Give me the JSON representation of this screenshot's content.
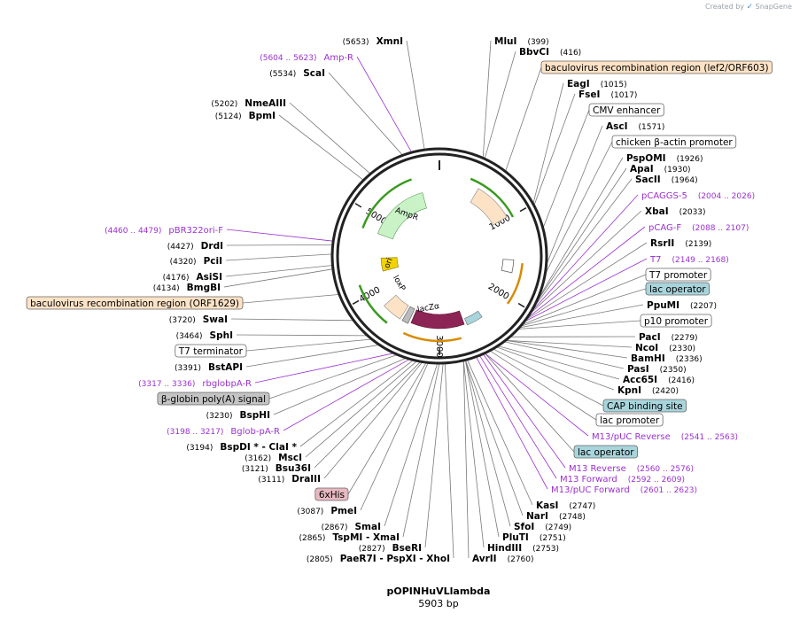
{
  "brand": {
    "prefix": "Created by",
    "name": "SnapGene"
  },
  "plasmid": {
    "name": "pOPINHuVLlambda",
    "size_label": "5903 bp",
    "length": 5903
  },
  "colors": {
    "backbone": "#222222",
    "primer": "#9b30d0",
    "site": "#000000",
    "feature_orange": "#fde2c6",
    "feature_teal": "#a8d5dc",
    "feature_gray": "#c4c4c4",
    "feature_pink": "#e8b9c1",
    "ampR": "#c9f3c7",
    "ori": "#f2d300",
    "lacZa": "#8c2455",
    "arrow_green": "#3a9a1f",
    "arrow_orange": "#d88a00"
  },
  "ring": {
    "ticks": [
      "1000",
      "2000",
      "3000",
      "4000",
      "5000"
    ]
  },
  "arc_labels": [
    "AmpR",
    "ori",
    "loxP",
    "lacZα"
  ],
  "labels": [
    {
      "pos": "(5653)",
      "name": "XmnI",
      "kind": "site"
    },
    {
      "pos": "(5604 .. 5623)",
      "name": "Amp-R",
      "kind": "primer"
    },
    {
      "pos": "(5534)",
      "name": "ScaI",
      "kind": "site"
    },
    {
      "pos": "(5202)",
      "name": "NmeAIII",
      "kind": "site"
    },
    {
      "pos": "(5124)",
      "name": "BpmI",
      "kind": "site"
    },
    {
      "pos": "(4460 .. 4479)",
      "name": "pBR322ori-F",
      "kind": "primer"
    },
    {
      "pos": "(4427)",
      "name": "DrdI",
      "kind": "site"
    },
    {
      "pos": "(4320)",
      "name": "PciI",
      "kind": "site"
    },
    {
      "pos": "(4176)",
      "name": "AsiSI",
      "kind": "site"
    },
    {
      "pos": "(4134)",
      "name": "BmgBI",
      "kind": "site"
    },
    {
      "pos": "",
      "name": "baculovirus recombination region (ORF1629)",
      "kind": "feature",
      "fill": "#fde2c6"
    },
    {
      "pos": "(3720)",
      "name": "SwaI",
      "kind": "site"
    },
    {
      "pos": "(3464)",
      "name": "SphI",
      "kind": "site"
    },
    {
      "pos": "",
      "name": "T7 terminator",
      "kind": "feature",
      "fill": "#ffffff"
    },
    {
      "pos": "(3391)",
      "name": "BstAPI",
      "kind": "site"
    },
    {
      "pos": "(3317 .. 3336)",
      "name": "rbglobpA-R",
      "kind": "primer"
    },
    {
      "pos": "",
      "name": "β-globin poly(A) signal",
      "kind": "feature",
      "fill": "#c4c4c4"
    },
    {
      "pos": "(3230)",
      "name": "BspHI",
      "kind": "site"
    },
    {
      "pos": "(3198 .. 3217)",
      "name": "Bglob-pA-R",
      "kind": "primer"
    },
    {
      "pos": "(3194)",
      "name": "BspDI * - ClaI *",
      "kind": "site"
    },
    {
      "pos": "(3162)",
      "name": "MscI",
      "kind": "site"
    },
    {
      "pos": "(3121)",
      "name": "Bsu36I",
      "kind": "site"
    },
    {
      "pos": "(3111)",
      "name": "DraIII",
      "kind": "site"
    },
    {
      "pos": "",
      "name": "6xHis",
      "kind": "feature",
      "fill": "#e8b9c1"
    },
    {
      "pos": "(3087)",
      "name": "PmeI",
      "kind": "site"
    },
    {
      "pos": "(2867)",
      "name": "SmaI",
      "kind": "site"
    },
    {
      "pos": "(2865)",
      "name": "TspMI - XmaI",
      "kind": "site"
    },
    {
      "pos": "(2827)",
      "name": "BseRI",
      "kind": "site"
    },
    {
      "pos": "(2805)",
      "name": "PaeR7I - PspXI - XhoI",
      "kind": "site"
    },
    {
      "pos": "(399)",
      "name": "MluI",
      "kind": "site"
    },
    {
      "pos": "(416)",
      "name": "BbvCI",
      "kind": "site"
    },
    {
      "pos": "",
      "name": "baculovirus recombination region (lef2/ORF603)",
      "kind": "feature",
      "fill": "#fde2c6"
    },
    {
      "pos": "(1015)",
      "name": "EagI",
      "kind": "site"
    },
    {
      "pos": "(1017)",
      "name": "FseI",
      "kind": "site"
    },
    {
      "pos": "",
      "name": "CMV enhancer",
      "kind": "feature",
      "fill": "#ffffff"
    },
    {
      "pos": "(1571)",
      "name": "AscI",
      "kind": "site"
    },
    {
      "pos": "",
      "name": "chicken β-actin promoter",
      "kind": "feature",
      "fill": "#ffffff"
    },
    {
      "pos": "(1926)",
      "name": "PspOMI",
      "kind": "site"
    },
    {
      "pos": "(1930)",
      "name": "ApaI",
      "kind": "site"
    },
    {
      "pos": "(1964)",
      "name": "SacII",
      "kind": "site"
    },
    {
      "pos": "(2004 .. 2026)",
      "name": "pCAGGS-5",
      "kind": "primer"
    },
    {
      "pos": "(2033)",
      "name": "XbaI",
      "kind": "site"
    },
    {
      "pos": "(2088 .. 2107)",
      "name": "pCAG-F",
      "kind": "primer"
    },
    {
      "pos": "(2139)",
      "name": "RsrII",
      "kind": "site"
    },
    {
      "pos": "(2149 .. 2168)",
      "name": "T7",
      "kind": "primer"
    },
    {
      "pos": "",
      "name": "T7 promoter",
      "kind": "feature",
      "fill": "#ffffff"
    },
    {
      "pos": "",
      "name": "lac operator",
      "kind": "feature",
      "fill": "#a8d5dc"
    },
    {
      "pos": "(2207)",
      "name": "PpuMI",
      "kind": "site"
    },
    {
      "pos": "",
      "name": "p10 promoter",
      "kind": "feature",
      "fill": "#ffffff"
    },
    {
      "pos": "(2279)",
      "name": "PacI",
      "kind": "site"
    },
    {
      "pos": "(2330)",
      "name": "NcoI",
      "kind": "site"
    },
    {
      "pos": "(2336)",
      "name": "BamHI",
      "kind": "site"
    },
    {
      "pos": "(2350)",
      "name": "PasI",
      "kind": "site"
    },
    {
      "pos": "(2416)",
      "name": "Acc65I",
      "kind": "site"
    },
    {
      "pos": "(2420)",
      "name": "KpnI",
      "kind": "site"
    },
    {
      "pos": "",
      "name": "CAP binding site",
      "kind": "feature",
      "fill": "#a8d5dc"
    },
    {
      "pos": "",
      "name": "lac promoter",
      "kind": "feature",
      "fill": "#ffffff"
    },
    {
      "pos": "(2541 .. 2563)",
      "name": "M13/pUC Reverse",
      "kind": "primer"
    },
    {
      "pos": "",
      "name": "lac operator",
      "kind": "feature",
      "fill": "#a8d5dc"
    },
    {
      "pos": "(2560 .. 2576)",
      "name": "M13 Reverse",
      "kind": "primer"
    },
    {
      "pos": "(2592 .. 2609)",
      "name": "M13 Forward",
      "kind": "primer"
    },
    {
      "pos": "(2601 .. 2623)",
      "name": "M13/pUC Forward",
      "kind": "primer"
    },
    {
      "pos": "(2747)",
      "name": "KasI",
      "kind": "site"
    },
    {
      "pos": "(2748)",
      "name": "NarI",
      "kind": "site"
    },
    {
      "pos": "(2749)",
      "name": "SfoI",
      "kind": "site"
    },
    {
      "pos": "(2751)",
      "name": "PluTI",
      "kind": "site"
    },
    {
      "pos": "(2753)",
      "name": "HindIII",
      "kind": "site"
    },
    {
      "pos": "(2760)",
      "name": "AvrII",
      "kind": "site"
    }
  ]
}
